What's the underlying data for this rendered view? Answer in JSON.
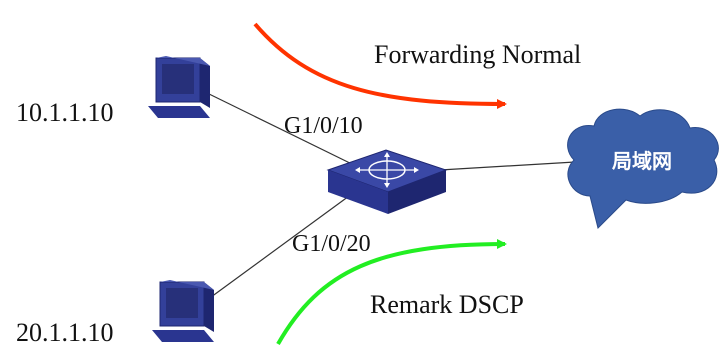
{
  "hosts": [
    {
      "ip": "10.1.1.10"
    },
    {
      "ip": "20.1.1.10"
    }
  ],
  "switch": {
    "ports": [
      "G1/0/10",
      "G1/0/20"
    ]
  },
  "cloud": {
    "label": "局域网"
  },
  "flows": [
    {
      "label": "Forwarding Normal",
      "color": "#ff3300"
    },
    {
      "label": "Remark DSCP",
      "color": "#22ee22"
    }
  ],
  "colors": {
    "device_blue": "#33409a",
    "device_dark": "#1e2670",
    "cloud_blue": "#3a5fa8",
    "link": "#333333"
  }
}
